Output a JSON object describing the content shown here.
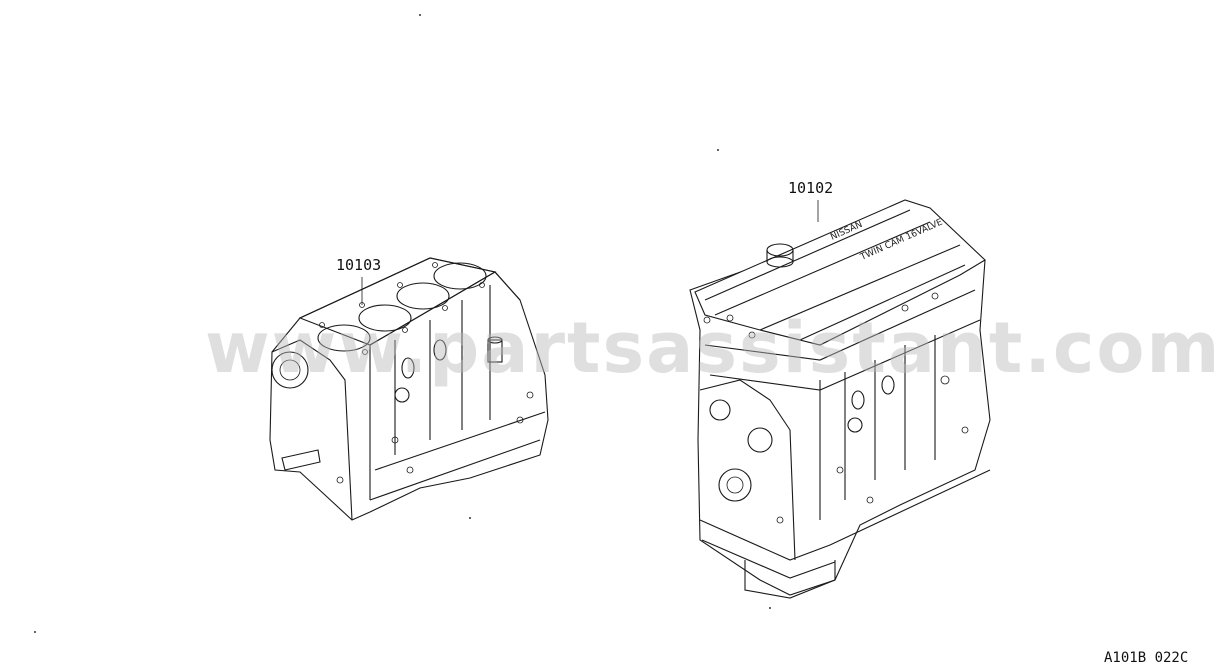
{
  "diagram": {
    "parts": [
      {
        "id": "block",
        "part_number": "10103"
      },
      {
        "id": "engine",
        "part_number": "10102"
      }
    ],
    "figure_code": "A101B 022C",
    "watermark": "www.partsassistant.com",
    "cover_text_1": "NISSAN",
    "cover_text_2": "TWIN CAM 16VALVE"
  }
}
